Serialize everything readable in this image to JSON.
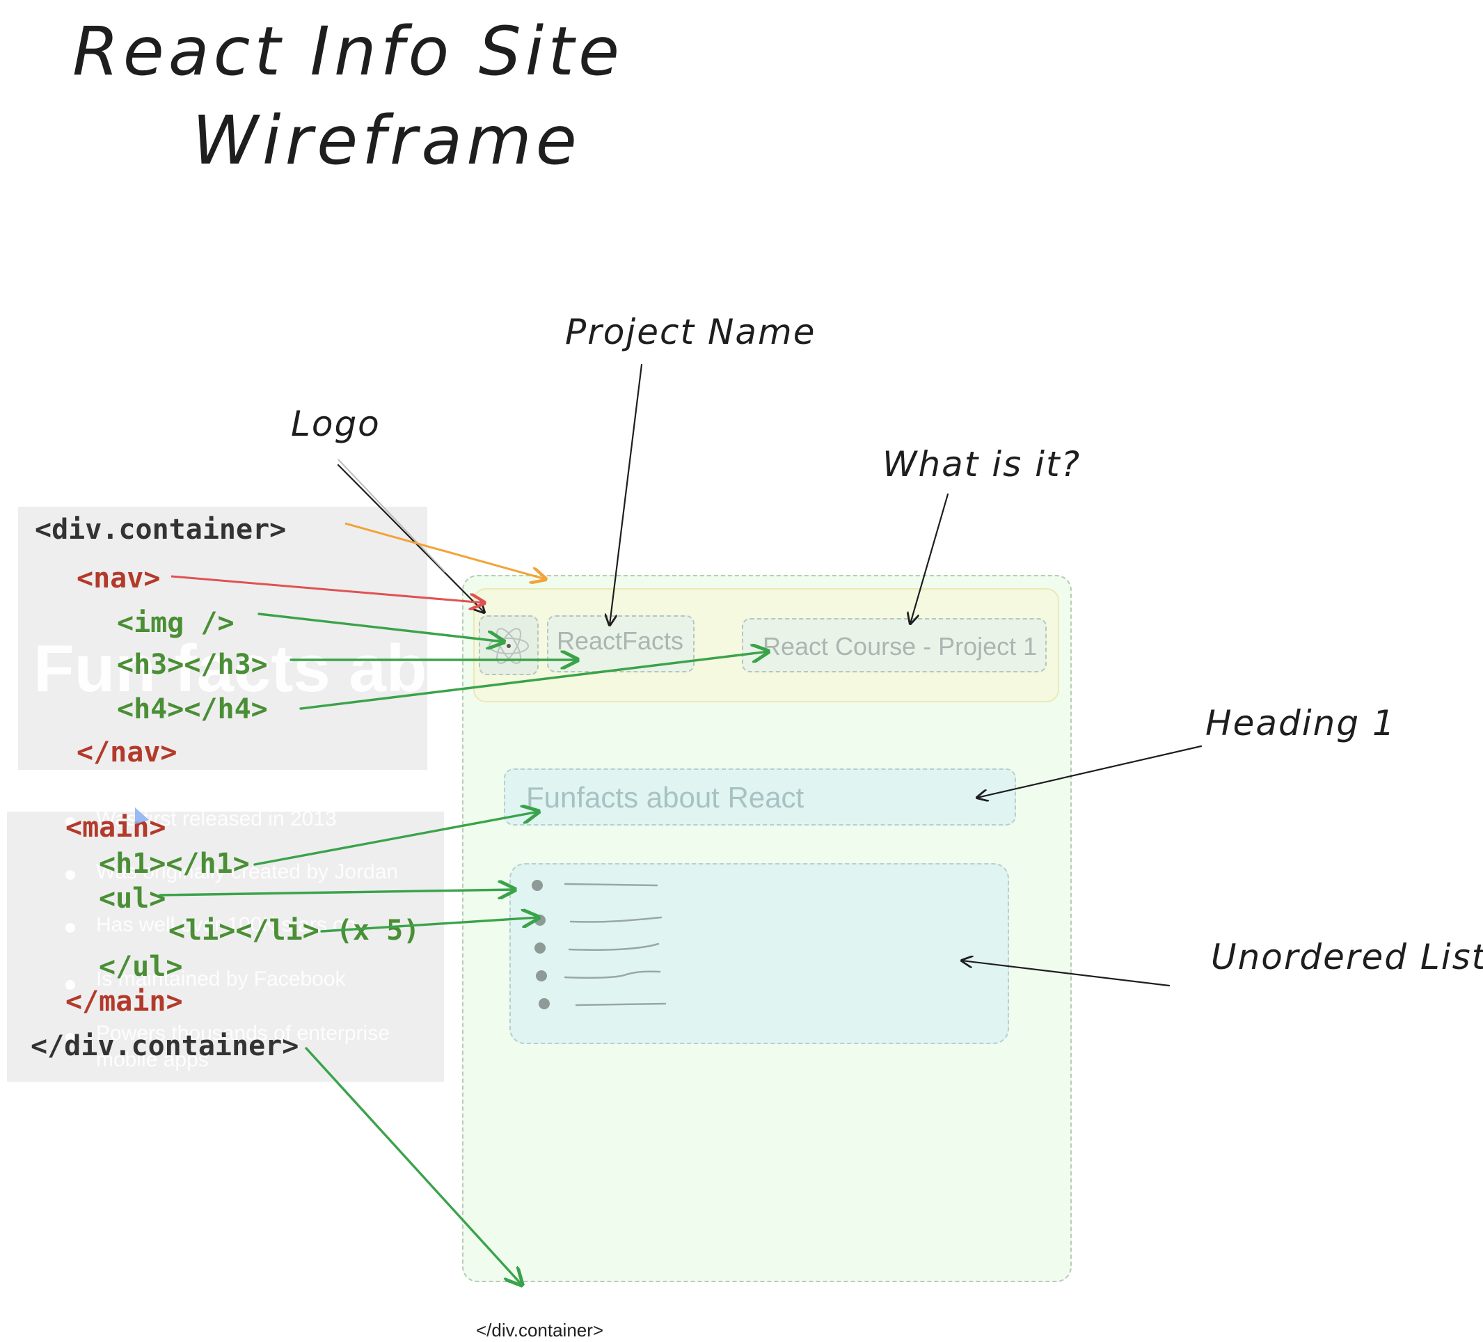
{
  "title": {
    "line1": "React Info Site",
    "line2": "Wireframe"
  },
  "annotations": {
    "project_name": "Project Name",
    "logo": "Logo",
    "what_is_it": "What is it?",
    "heading_1": "Heading 1",
    "unordered_list": "Unordered List"
  },
  "code_panel_top": {
    "lines": [
      "<div.container>",
      "<nav>",
      "<img />",
      "<h3></h3>",
      "<h4></h4>",
      "</nav>"
    ],
    "ghost_text": "Fun facts abo"
  },
  "code_panel_bottom": {
    "lines": [
      "<main>",
      "<h1></h1>",
      "<ul>",
      "<li></li> (x 5)",
      "</ul>",
      "</main>",
      "</div.container>"
    ],
    "ghost_items": [
      "Was first released in 2013",
      "Was originally created by Jordan",
      "Has well over 100K stars on",
      "Is maintained by Facebook",
      "Powers thousands of enterprise",
      "mobile apps"
    ]
  },
  "wireframe": {
    "project_name": "ReactFacts",
    "subtitle": "React Course - Project 1",
    "heading": "Funfacts about React",
    "list_item_count": 5
  },
  "footer": {
    "closing_tag": "</div.container>"
  },
  "colors": {
    "container_fill": "#f0fcee",
    "nav_fill": "#f4f9e0",
    "content_fill": "#e0f4f2",
    "arrow_orange": "#f2a33a",
    "arrow_red": "#e05252",
    "arrow_green": "#3aa34a",
    "arrow_black": "#1e1e1e"
  }
}
